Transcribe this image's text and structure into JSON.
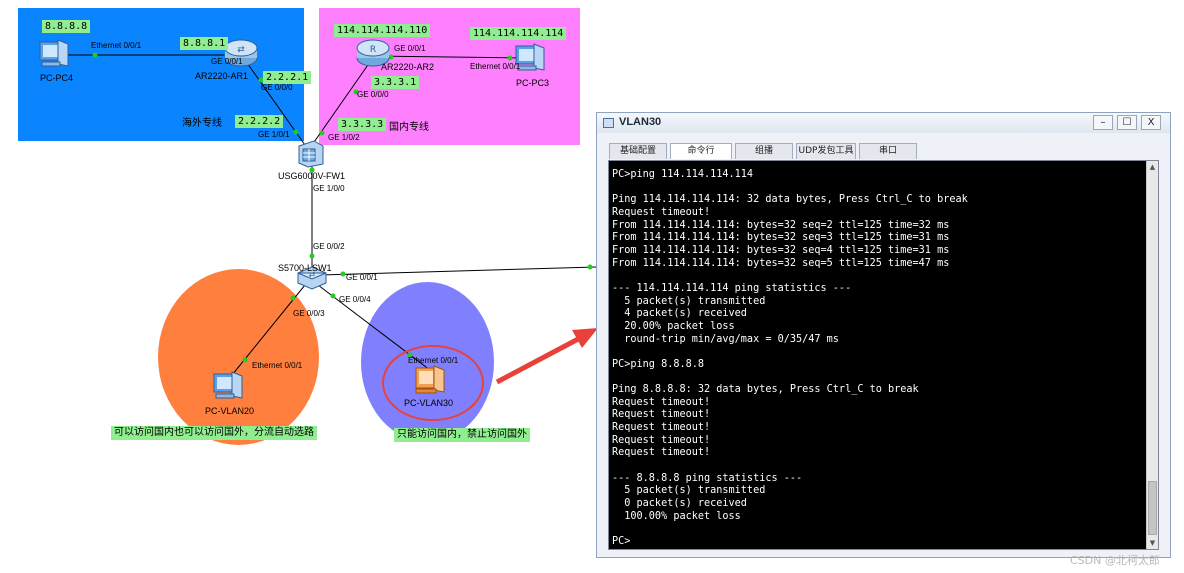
{
  "zones": {
    "overseas": {
      "color": "#0a84ff",
      "label": "海外专线"
    },
    "domestic": {
      "color": "#ff80ff",
      "label": "国内专线"
    },
    "vlan20": {
      "color": "#ff7f3f"
    },
    "vlan30": {
      "color": "#8080ff"
    }
  },
  "devices": {
    "pc4": {
      "name": "PC-PC4",
      "ip": "8.8.8.8",
      "icon": "pc-icon"
    },
    "ar1": {
      "name": "AR2220-AR1",
      "icon": "router-icon"
    },
    "ar2": {
      "name": "AR2220-AR2",
      "icon": "router-icon"
    },
    "pc3": {
      "name": "PC-PC3",
      "ip": "114.114.114.114",
      "icon": "pc-icon"
    },
    "fw1": {
      "name": "USG6000V-FW1",
      "icon": "firewall-icon"
    },
    "lsw1": {
      "name": "S5700-LSW1",
      "icon": "switch-icon"
    },
    "vlan20": {
      "name": "PC-VLAN20",
      "icon": "pc-icon"
    },
    "vlan30": {
      "name": "PC-VLAN30",
      "icon": "pc-icon"
    }
  },
  "ip_labels": {
    "ar1_ge001": "8.8.8.1",
    "ar1_ge000": "2.2.2.1",
    "fw_ge101": "2.2.2.2",
    "ar2_top": "114.114.114.110",
    "ar2_ge000": "3.3.3.1",
    "fw_ge102": "3.3.3.3"
  },
  "ports": {
    "pc4_eth": "Ethernet 0/0/1",
    "ar1_ge001": "GE 0/0/1",
    "ar1_ge000": "GE 0/0/0",
    "ar2_ge001": "GE 0/0/1",
    "pc3_eth": "Ethernet 0/0/1",
    "ar2_ge000": "GE 0/0/0",
    "fw_ge101": "GE 1/0/1",
    "fw_ge102": "GE 1/0/2",
    "fw_ge100": "GE 1/0/0",
    "lsw_ge002": "GE 0/0/2",
    "lsw_ge001": "GE 0/0/1",
    "lsw_ge003": "GE 0/0/3",
    "lsw_ge004": "GE 0/0/4",
    "vlan20_eth": "Ethernet 0/0/1",
    "vlan30_eth": "Ethernet 0/0/1"
  },
  "notes": {
    "vlan20": "可以访问国内也可以访问国外，分流自动选路",
    "vlan30": "只能访问国内，禁止访问国外"
  },
  "window": {
    "title": "VLAN30",
    "buttons": {
      "minimize": "–",
      "maximize": "☐",
      "close": "X"
    },
    "tabs": [
      "基础配置",
      "命令行",
      "组播",
      "UDP发包工具",
      "串口"
    ],
    "active_tab": "命令行",
    "console_text": "PC>ping 114.114.114.114\n\nPing 114.114.114.114: 32 data bytes, Press Ctrl_C to break\nRequest timeout!\nFrom 114.114.114.114: bytes=32 seq=2 ttl=125 time=32 ms\nFrom 114.114.114.114: bytes=32 seq=3 ttl=125 time=31 ms\nFrom 114.114.114.114: bytes=32 seq=4 ttl=125 time=31 ms\nFrom 114.114.114.114: bytes=32 seq=5 ttl=125 time=47 ms\n\n--- 114.114.114.114 ping statistics ---\n  5 packet(s) transmitted\n  4 packet(s) received\n  20.00% packet loss\n  round-trip min/avg/max = 0/35/47 ms\n\nPC>ping 8.8.8.8\n\nPing 8.8.8.8: 32 data bytes, Press Ctrl_C to break\nRequest timeout!\nRequest timeout!\nRequest timeout!\nRequest timeout!\nRequest timeout!\n\n--- 8.8.8.8 ping statistics ---\n  5 packet(s) transmitted\n  0 packet(s) received\n  100.00% packet loss\n\nPC>"
  },
  "watermark": "CSDN @北柯太郎"
}
